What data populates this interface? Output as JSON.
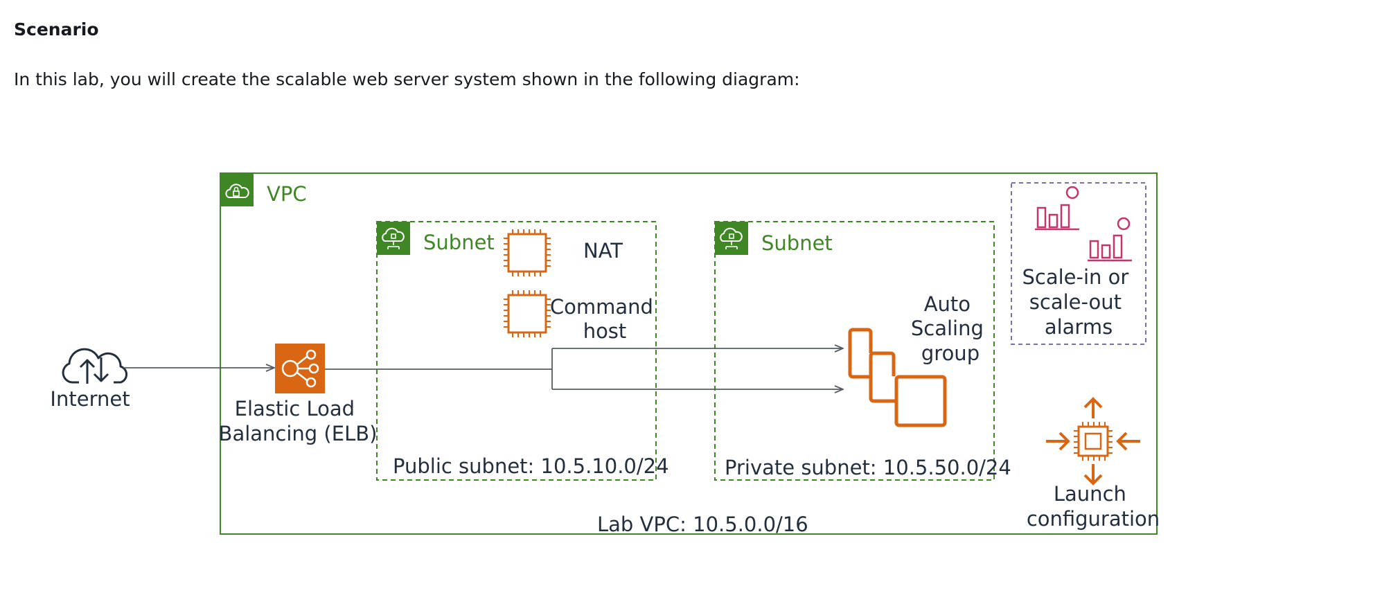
{
  "page": {
    "heading": "Scenario",
    "intro": "In this lab, you will create the scalable web server system shown in the following diagram:"
  },
  "diagram": {
    "vpc": {
      "title": "VPC",
      "footer": "Lab VPC: 10.5.0.0/16"
    },
    "public_subnet": {
      "title": "Subnet",
      "footer": "Public subnet: 10.5.10.0/24"
    },
    "private_subnet": {
      "title": "Subnet",
      "footer": "Private subnet: 10.5.50.0/24"
    },
    "internet": {
      "label": "Internet",
      "icon": "cloud-upload-download-icon"
    },
    "elb": {
      "label_line1": "Elastic Load",
      "label_line2": "Balancing (ELB)",
      "icon": "elastic-load-balancing-icon"
    },
    "nat": {
      "label": "NAT",
      "icon": "ec2-instance-icon"
    },
    "command_host": {
      "label_line1": "Command",
      "label_line2": "host",
      "icon": "ec2-instance-icon"
    },
    "auto_scaling": {
      "label_line1": "Auto",
      "label_line2": "Scaling",
      "label_line3": "group",
      "icon": "auto-scaling-instances-icon"
    },
    "alarms": {
      "label_line1": "Scale-in or",
      "label_line2": "scale-out",
      "label_line3": "alarms",
      "icon": "cloudwatch-alarm-icon"
    },
    "launch_config": {
      "label_line1": "Launch",
      "label_line2": "configuration",
      "icon": "launch-configuration-icon"
    },
    "colors": {
      "vpc_green": "#3f8624",
      "compute_orange": "#d86613",
      "alarm_magenta": "#c7336d",
      "alarm_border": "#7a6fa3",
      "text_dark": "#232f3e",
      "arrow_gray": "#545b64"
    }
  }
}
